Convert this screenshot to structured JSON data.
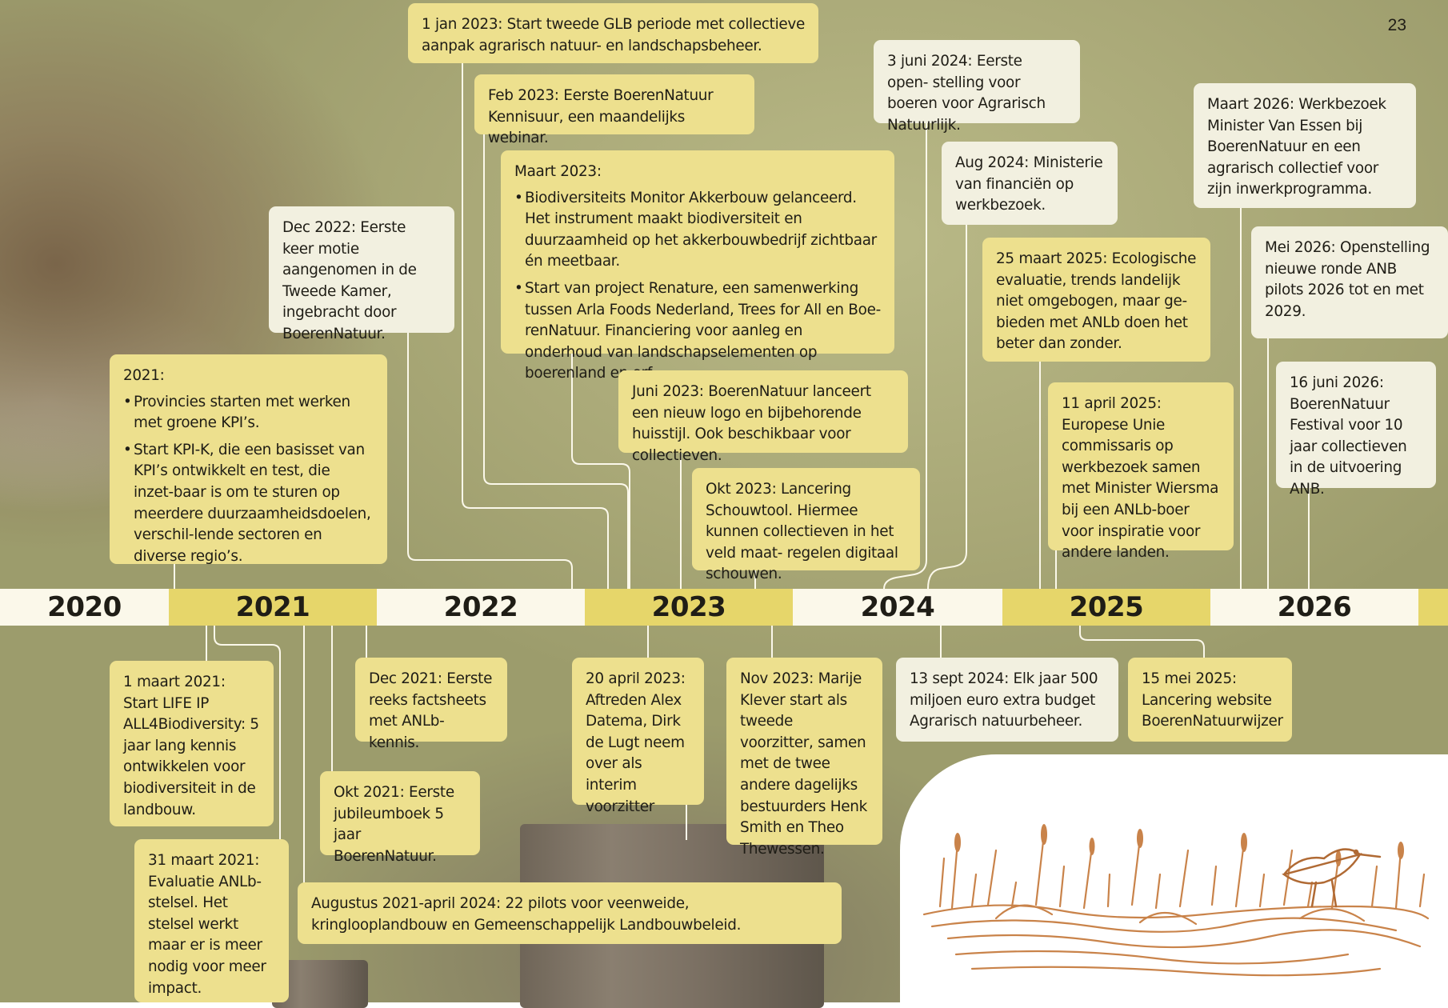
{
  "page_number": "23",
  "years": [
    "2020",
    "2021",
    "2022",
    "2023",
    "2024",
    "2025",
    "2026"
  ],
  "events_above": {
    "y2021": {
      "label": "2021:",
      "items": [
        "Provincies starten met werken met groene KPI’s.",
        "Start KPI-K, die een basisset van KPI’s ontwikkelt en test, die inzet-baar is om te sturen op meerdere duurzaamheidsdoelen, verschil-lende sectoren en diverse regio’s."
      ]
    },
    "dec2022": "Dec 2022: Eerste keer\nmotie aangenomen\nin de Tweede Kamer,\ningebracht door\nBoerenNatuur.",
    "jan2023": "1 jan 2023: Start tweede GLB periode met collectieve\naanpak agrarisch natuur- en landschapsbeheer.",
    "feb2023": "Feb 2023: Eerste BoerenNatuur\nKennisuur, een maandelijks webinar.",
    "maart2023": {
      "label": "Maart 2023:",
      "items": [
        "Biodiversiteits Monitor Akkerbouw gelanceerd. Het instrument maakt biodiversiteit en duurzaamheid op het akkerbouwbedrijf zichtbaar én meetbaar.",
        "Start van project Renature, een samenwerking tussen Arla Foods Nederland, Trees for All en Boe-renNatuur. Financiering voor aanleg en onderhoud van landschapselementen op boerenland en erf."
      ]
    },
    "juni2023": "Juni 2023: BoerenNatuur lanceert een\nnieuw logo en bijbehorende huisstijl.\nOok beschikbaar voor collectieven.",
    "okt2023": "Okt 2023: Lancering\nSchouwtool. Hiermee kunnen\ncollectieven in het veld maat-\nregelen digitaal schouwen.",
    "juni2024": "3 juni 2024: Eerste open-\nstelling voor boeren voor\nAgrarisch Natuurlijk.",
    "aug2024": "Aug 2024: Ministerie\nvan financiën op\nwerkbezoek.",
    "maart2025": "25 maart 2025: Ecologische\nevaluatie, trends landelijk\nniet omgebogen, maar ge-\nbieden met ANLb doen het\nbeter dan zonder.",
    "april2025": "11 april 2025: Europese\nUnie commissaris op\nwerkbezoek samen\nmet Minister Wiersma\nbij een ANLb-boer\nvoor inspiratie voor\nandere landen.",
    "maart2026": "Maart 2026: Werkbezoek\nMinister Van Essen bij\nBoerenNatuur en een\nagrarisch collectief voor zijn\ninwerkprogramma.",
    "mei2026": "Mei 2026:\nOpenstelling nieuwe\nronde ANB pilots 2026\ntot en met 2029.",
    "juni2026": "16 juni 2026:\nBoerenNatuur\nFestival voor 10\njaar collectieven in\nde uitvoering ANB."
  },
  "events_below": {
    "maart2021": "1 maart 2021:\nStart LIFE IP\nALL4Biodiversity:\n5 jaar lang kennis\nontwikkelen voor\nbiodiversiteit in de\nlandbouw.",
    "maart31_2021": "31 maart 2021:\nEvaluatie ANLb-\nstelsel. Het stelsel\nwerkt maar er is\nmeer nodig voor\nmeer impact.",
    "dec2021": "Dec 2021: Eerste\nreeks factsheets\nmet ANLb-kennis.",
    "okt2021": "Okt 2021: Eerste\njubileumboek 5\njaar BoerenNatuur.",
    "aug2021": "Augustus 2021-april 2024: 22 pilots voor veenweide, kringlooplandbouw\nen Gemeenschappelijk Landbouwbeleid.",
    "april2023": "20 april 2023:\nAftreden Alex\nDatema, Dirk\nde Lugt neem\nover als interim\nvoorzitter",
    "nov2023": "Nov 2023: Marije\nKlever start als\ntweede voorzitter,\nsamen met de twee\nandere dagelijks\nbestuurders Henk\nSmith en Theo\nThewessen.",
    "sept2024": "13 sept 2024: Elk jaar 500\nmiljoen euro extra budget\nAgrarisch natuurbeheer.",
    "mei2025": "15 mei 2025:\nLancering website\nBoerenNatuurwijzer"
  }
}
